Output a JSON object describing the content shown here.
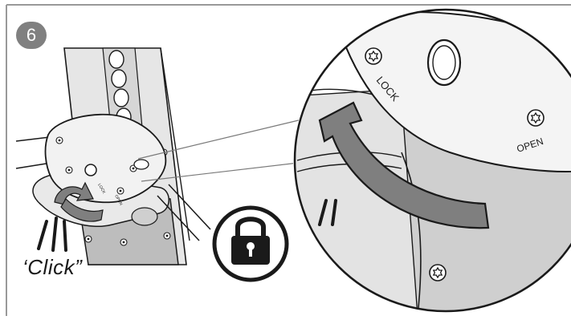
{
  "step": {
    "number": "6"
  },
  "mechanism": {
    "lock_label": "LOCK",
    "open_label": "OPEN"
  },
  "sound": {
    "label": "‘Click”"
  },
  "icons": {
    "lock": "padlock-icon",
    "screw": "torx-screw-icon",
    "arrow": "rotate-arrow-icon",
    "sound_lines": "click-sound-lines-icon"
  },
  "colors": {
    "badge": "#808080",
    "arrow": "#7f7f7f",
    "outline": "#1a1a1a",
    "rule": "#999999",
    "panel": "#e6e6e6"
  }
}
